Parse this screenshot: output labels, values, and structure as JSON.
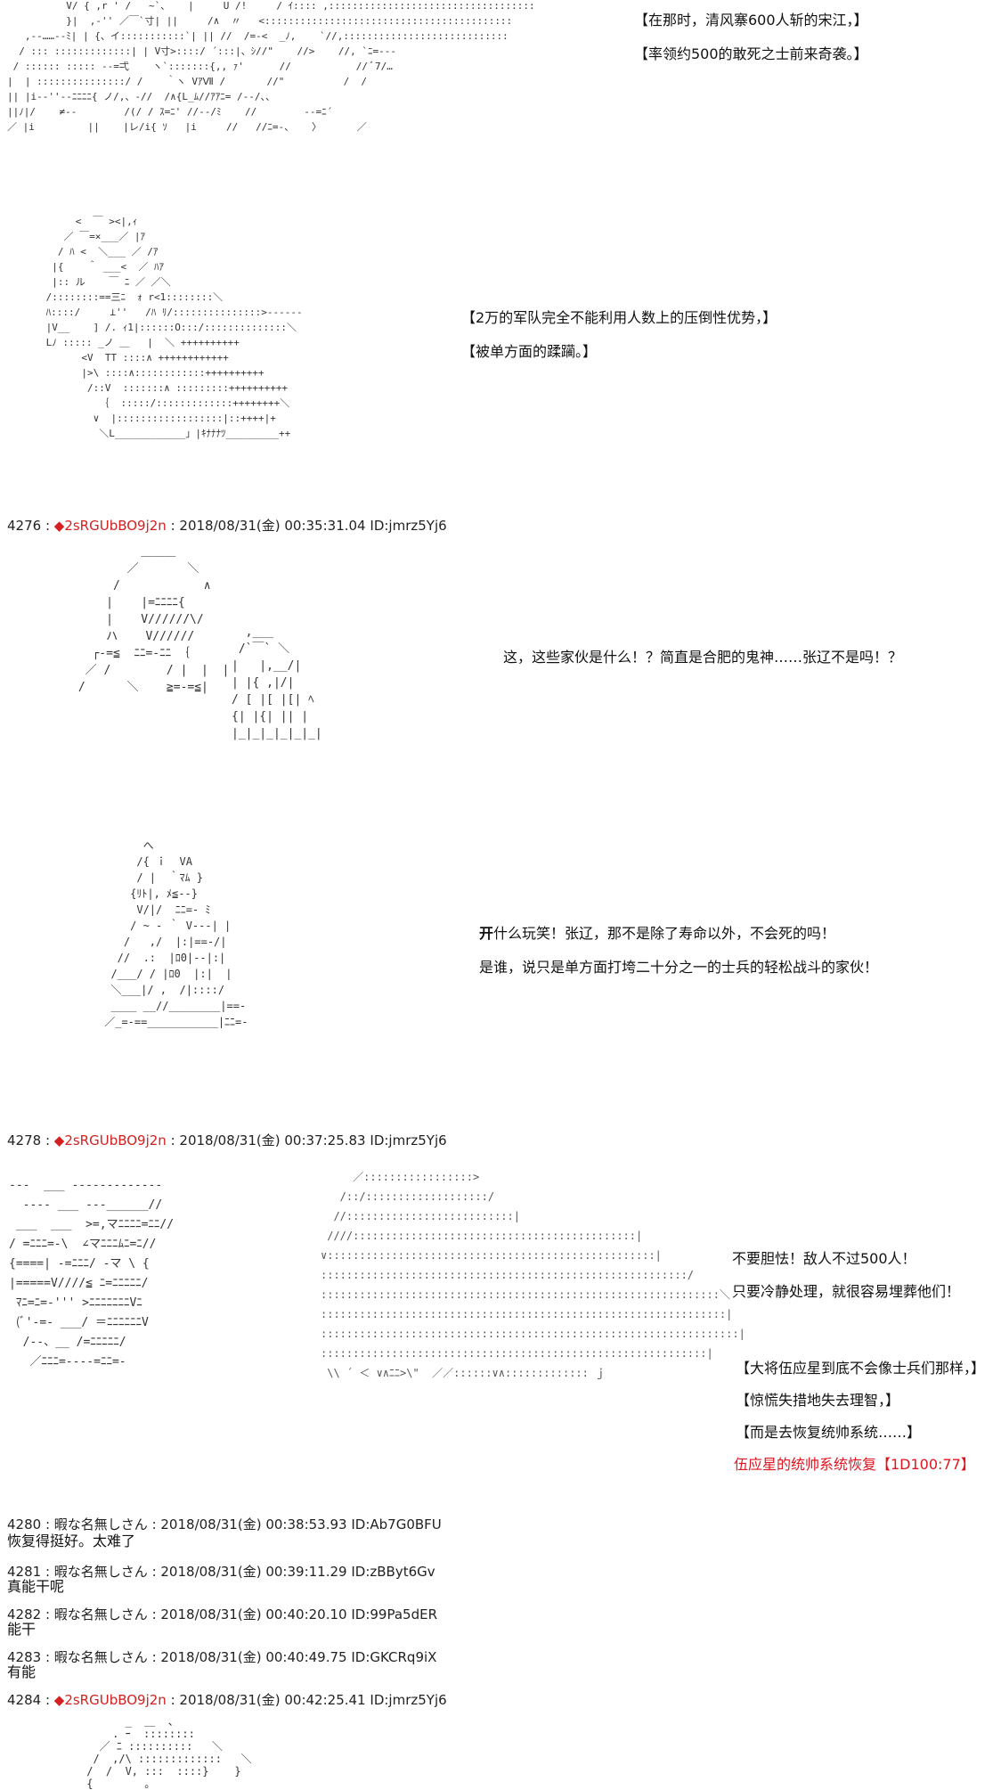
{
  "narration_blocks": [
    {
      "id": "top",
      "lines": [
        "【在那时，清风寨600人斩的宋江，】",
        "【率领约500的敢死之士前来奇袭。】"
      ]
    },
    {
      "id": "army",
      "lines": [
        "【2万的军队完全不能利用人数上的压倒性优势，】",
        "【被单方面的蹂躏。】"
      ]
    },
    {
      "id": "shock",
      "lines": [
        "这，这些家伙是什么！？简直是合肥的鬼神……张辽不是吗！？"
      ]
    },
    {
      "id": "joke",
      "lines": [
        "开什么玩笑！张辽，那不是除了寿命以外，不会死的吗！",
        "是谁，说只是单方面打垮二十分之一的士兵的轻松战斗的家伙！"
      ],
      "bold_prefix": "开"
    },
    {
      "id": "rally",
      "lines": [
        "不要胆怯！敌人不过500人！",
        "只要冷静处理，就很容易埋葬他们！"
      ]
    },
    {
      "id": "general",
      "lines": [
        "【大将伍应星到底不会像士兵们那样，】",
        "【惊慌失措地失去理智，】",
        "【而是去恢复统帅系统……】"
      ]
    },
    {
      "id": "dice",
      "lines": [
        "伍应星的统帅系统恢复【1D100:77】"
      ],
      "color": "#e0141e"
    }
  ],
  "posts": [
    {
      "number": "4276",
      "name": "◆2sRGUbBO9j2n",
      "is_trip": true,
      "date": "2018/08/31(金)",
      "time": "00:35:31.04",
      "id": "ID:jmrz5Yj6",
      "body": ""
    },
    {
      "number": "4278",
      "name": "◆2sRGUbBO9j2n",
      "is_trip": true,
      "date": "2018/08/31(金)",
      "time": "00:37:25.83",
      "id": "ID:jmrz5Yj6",
      "body": ""
    },
    {
      "number": "4280",
      "name": "暇な名無しさん",
      "is_trip": false,
      "date": "2018/08/31(金)",
      "time": "00:38:53.93",
      "id": "ID:Ab7G0BFU",
      "body": "恢复得挺好。太难了"
    },
    {
      "number": "4281",
      "name": "暇な名無しさん",
      "is_trip": false,
      "date": "2018/08/31(金)",
      "time": "00:39:11.29",
      "id": "ID:zBByt6Gv",
      "body": "真能干呢"
    },
    {
      "number": "4282",
      "name": "暇な名無しさん",
      "is_trip": false,
      "date": "2018/08/31(金)",
      "time": "00:40:20.10",
      "id": "ID:99Pa5dER",
      "body": "能干"
    },
    {
      "number": "4283",
      "name": "暇な名無しさん",
      "is_trip": false,
      "date": "2018/08/31(金)",
      "time": "00:40:49.75",
      "id": "ID:GKCRq9iX",
      "body": "有能"
    },
    {
      "number": "4284",
      "name": "◆2sRGUbBO9j2n",
      "is_trip": true,
      "date": "2018/08/31(金)",
      "time": "00:42:25.41",
      "id": "ID:jmrz5Yj6",
      "body": ""
    }
  ],
  "separator": " : ",
  "colors": {
    "trip": "#d42020",
    "dice": "#e0141e",
    "text": "#111111",
    "background": "#ffffff"
  },
  "ascii_art": {
    "battle_top": "          V/ { ,r ' /   ~`、   |     U /!     / ｲ:::: ,:::::::::::::::::::::::::::::::::::\n          }|  ,-'' ／￣`寸| ||     /∧  〃   <::::::::::::::::::::::::::::::::::::::::::\n   ,--……--ﾐ| | {、イ:::::::::::`| || //  /=-<  _ﾉ,    `//,::::::::::::::::::::::::::::\n  / ::: :::::::::::::| | V寸>::::/ ´:::|、ｼ//\"    //>    //, `ﾆ=---\n / :::::: ::::: --=弌    ヽ`:::::::{,, ｧ'      //           // ﾞ7/…\n|  | :::::::::::::::/ /    ｀ヽ VｱⅦ /       //\"          /  /\n|| |i--''--ﾆﾆﾆﾆ{ ノ/,、-//  /∧{L_ﾑ//ｱｱﾆ= /--/、、\n||ﾉ|/    ≠--        /(/ / ｽ=ﾆ' //--/ﾐ    //        --=ﾆ´\n／ |i         ||    |レ/i{ ｿ   |i     //   //ﾆ=-、   〉      ／",
    "crowd_left": "      <  ￣ ><|,ｨ\n    ／ ￣=×___／ |ｱ\n   / ﾊ <  ＼___ ／ /ｱ\n  |{    ＾ ___<  ／ ﾊｱ\n  |:: ル    ￣ ﾆ ／ ／＼\n /::::::::==三ﾆ  ｫ r<1::::::::＼\n ﾊ::::/     ⊥''   /ﾊ ﾘ/:::::::::::::::>------\n |V__    ] /. ｨ1|::::::O:::/::::::::::::::＼\n Lﾉ ::::: _ノ ＿   |  ＼ ++++++++++\n       <V  TT ::::∧ ++++++++++++\n       |>\\ ::::∧::::::::::::++++++++++\n        /::V  :::::::∧ :::::::::++++++++++\n          ｛  :::::/:::::::::::::++++++++＼\n         ∨  |::::::::::::::::::|::++++|+\n          ＼L____________」|ｷﾅﾅﾅﾂ_________++",
    "helmet_figures": "          ＿＿＿\n        ／       ＼\n      /            ∧\n     |    |=ﾆﾆﾆﾆ{\n     |    V//////\\/\n     ハ    V//////\n   ┌-=≦  ﾆﾆ=-ﾆﾆ ｛\n  ／ /        / |  |  |\n /      ＼    ≧=-=≦|",
    "general_fig": "       へ\n      /{ ｉ  VA\n      / |  ｀ﾏﾑ }\n     {ﾘﾄ|, ﾒ≦--}\n      V/|/  ﾆﾆ=- ﾐ\n     / ~ - ｀ V---| |\n    /   ,/  |:|==-/|\n   //  .:  |ﾛ0|--|:|\n  /___/ / |ﾛ0  |:|  |\n  ＼___|/ ,  /|::::/\n  ____ __//________|==-\n ／_=-==___________|ﾆﾆ=-",
    "cavalry": "---  ___ -------------\n  ---- ___ ---______//\n ___  ___  >=,マﾆﾆﾆﾆ=ﾆﾆ//\n/ =ﾆﾆﾆ=-\\  ∠マﾆﾆﾆﾑﾆ=ﾆ//\n{====| -=ﾆﾆﾆ/ -マ \\ {\n|=====V////≦ ﾆ=ﾆﾆﾆﾆﾆ/\n ﾏﾆ=ﾆ=-''' >ﾆﾆﾆﾆﾆﾆﾆVﾆ\n (ﾞ'-=- ___/ ＝ﾆﾆﾆﾆﾆﾆV\n  /--、__ /=ﾆﾆﾆﾆﾆ/\n   ／ﾆﾆﾆ=----=ﾆﾆ=-",
    "final_fig": "       _  ＿  、\n     . ｰ  ::::::::\n   ／ ﾆ ::::::::::   ＼\n  /  ,/\\ :::::::::::::   ＼\n /  /  V, :::  ::::}    }\n {        。"
  }
}
